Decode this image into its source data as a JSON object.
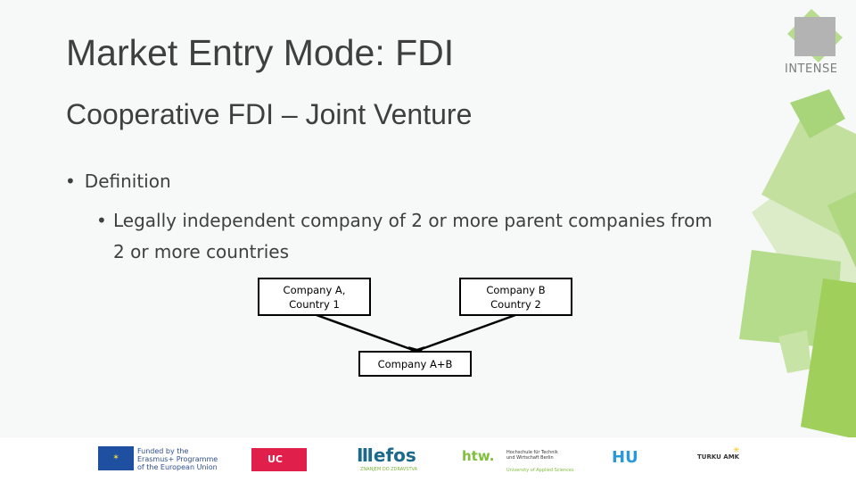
{
  "slide": {
    "title": "Market Entry Mode: FDI",
    "subtitle": "Cooperative FDI – Joint Venture",
    "bullets": [
      {
        "level": 1,
        "text": "Definition"
      },
      {
        "level": 2,
        "text": "Legally independent company of 2 or more parent companies from 2 or more countries"
      }
    ]
  },
  "diagram": {
    "box_a": {
      "line1": "Company A,",
      "line2": "Country 1"
    },
    "box_b": {
      "line1": "Company B",
      "line2": "Country 2"
    },
    "box_jv": "Company A+B"
  },
  "brand": {
    "logo_text": "INTENSE",
    "accent_colors": [
      "#a0cf5c",
      "#b5dc8a",
      "#c3e09f",
      "#dcebc8"
    ]
  },
  "footer_logos": {
    "eu": {
      "line1": "Funded by the",
      "line2": "Erasmus+ Programme",
      "line3": "of the European Union"
    },
    "uc": "UC",
    "efos": {
      "name": "efos",
      "tagline": "ZNANJEM DO ZDRAVSTVA"
    },
    "htw": {
      "name": "htw.",
      "line1": "Hochschule für Technik",
      "line2": "und Wirtschaft Berlin",
      "tagline": "University of Applied Sciences"
    },
    "hu": "HU",
    "turku": {
      "name": "TURKU AMK"
    }
  }
}
